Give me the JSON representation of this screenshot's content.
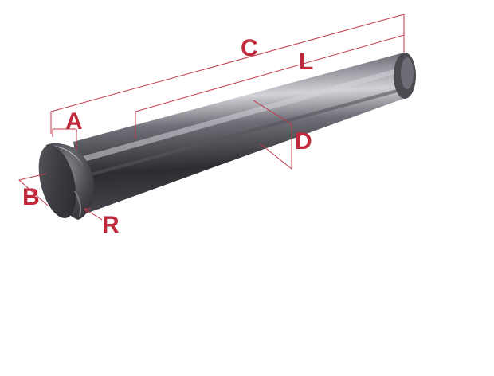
{
  "colors": {
    "label": "#c0283c",
    "dimension_line": "#c23a4a",
    "pin_dark": "#2e2e33",
    "pin_mid": "#6a6a72",
    "pin_light": "#b8b8c0"
  },
  "labels": {
    "a": "A",
    "b": "B",
    "c": "C",
    "d": "D",
    "l": "L",
    "r": "R"
  }
}
